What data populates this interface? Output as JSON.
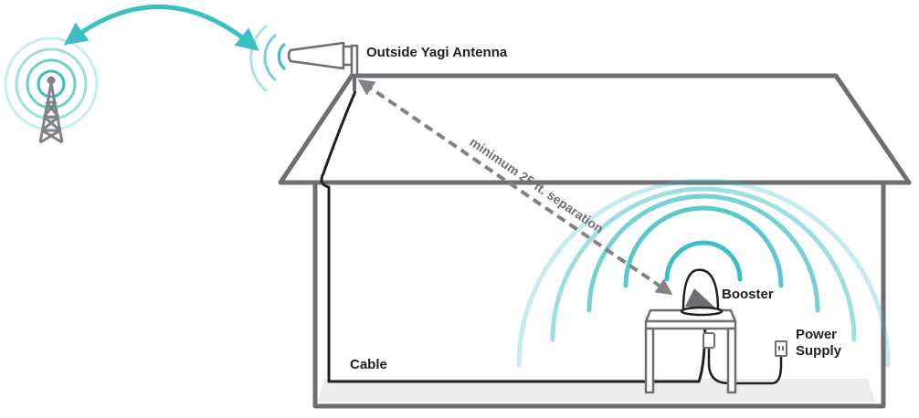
{
  "labels": {
    "antenna": "Outside Yagi Antenna",
    "separation": "minimum 25 ft. separation",
    "booster": "Booster",
    "power_line1": "Power",
    "power_line2": "Supply",
    "cable": "Cable"
  },
  "icons": [
    "cell-tower-icon",
    "yagi-antenna-icon",
    "booster-icon",
    "power-supply-icon",
    "house-outline"
  ],
  "colors": {
    "signal": "#3bbec4",
    "house": "#6d6e71",
    "dashed_arrow": "#808285",
    "text": "#231f20"
  }
}
